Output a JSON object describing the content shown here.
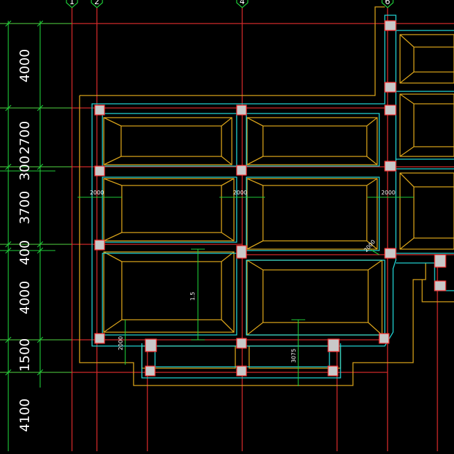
{
  "colors": {
    "background": "#000000",
    "grid_axis": "#d42a2a",
    "dimension": "#1fd13a",
    "foundation_outline": "#d9a31a",
    "beam_outline": "#22d6d6",
    "column_fill": "#c9c9c9",
    "column_border": "#ff3333"
  },
  "axis_labels": [
    "1",
    "2",
    "4",
    "6"
  ],
  "row_dimensions": [
    "4000",
    "300",
    "2700",
    "3700",
    "400",
    "4000",
    "1500",
    "4100"
  ],
  "callouts": [
    "2000",
    "2000",
    "2000",
    "2000",
    "1.5",
    "3075",
    "2000"
  ]
}
